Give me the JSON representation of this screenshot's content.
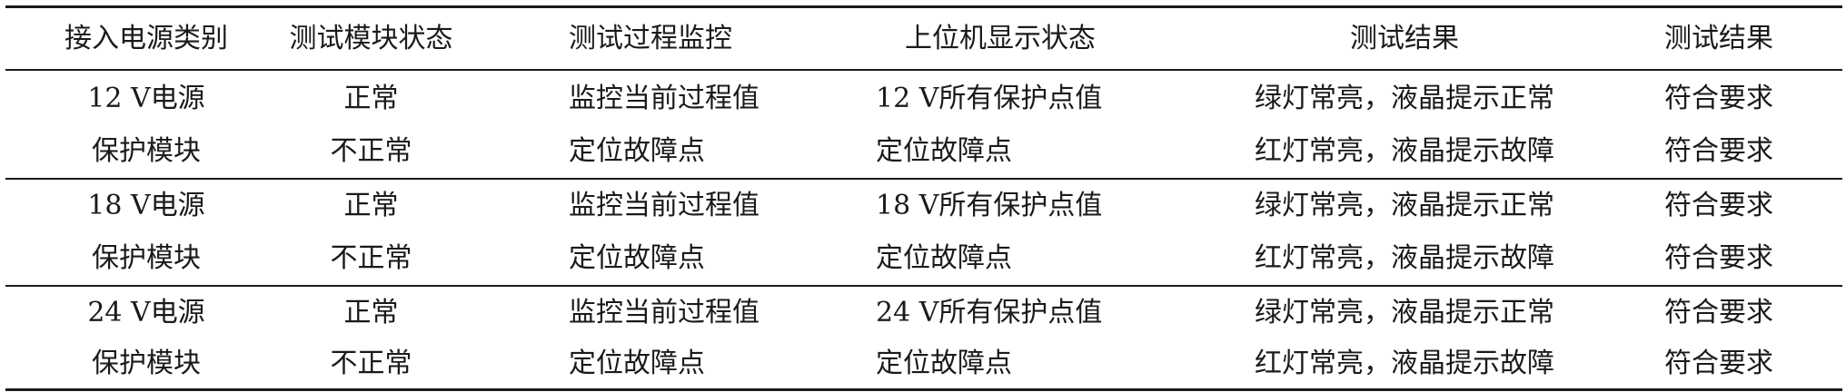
{
  "table": {
    "headers": [
      "接入电源类别",
      "测试模块状态",
      "测试过程监控",
      "上位机显示状态",
      "测试结果",
      "测试结果"
    ],
    "groups": [
      {
        "rows": [
          [
            "12 V电源",
            "正常",
            "监控当前过程值",
            "12 V所有保护点值",
            "绿灯常亮，液晶提示正常",
            "符合要求"
          ],
          [
            "保护模块",
            "不正常",
            "定位故障点",
            "定位故障点",
            "红灯常亮，液晶提示故障",
            "符合要求"
          ]
        ]
      },
      {
        "rows": [
          [
            "18 V电源",
            "正常",
            "监控当前过程值",
            "18 V所有保护点值",
            "绿灯常亮，液晶提示正常",
            "符合要求"
          ],
          [
            "保护模块",
            "不正常",
            "定位故障点",
            "定位故障点",
            "红灯常亮，液晶提示故障",
            "符合要求"
          ]
        ]
      },
      {
        "rows": [
          [
            "24 V电源",
            "正常",
            "监控当前过程值",
            "24 V所有保护点值",
            "绿灯常亮，液晶提示正常",
            "符合要求"
          ],
          [
            "保护模块",
            "不正常",
            "定位故障点",
            "定位故障点",
            "红灯常亮，液晶提示故障",
            "符合要求"
          ]
        ]
      }
    ]
  }
}
